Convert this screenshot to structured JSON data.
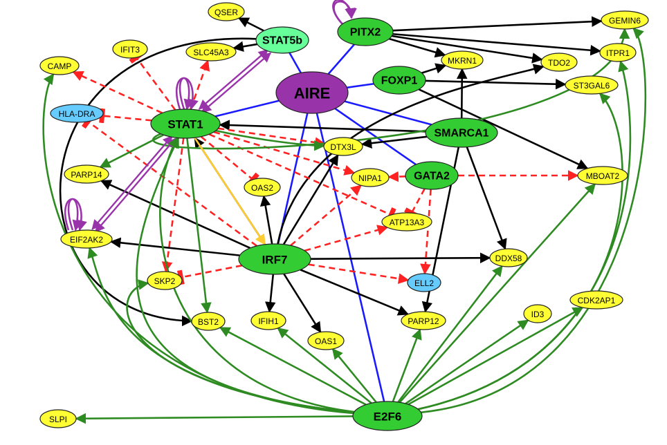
{
  "colors": {
    "yellow": "#ffff33",
    "blue_node": "#66ccff",
    "green_node": "#33cc33",
    "green_light": "#66ff99",
    "purple_node": "#9933aa",
    "edge_black": "#000000",
    "edge_green": "#2e8b22",
    "edge_red": "#ff2222",
    "edge_blue": "#1a1aff",
    "edge_purple": "#9933aa",
    "edge_gold": "#ffcc33"
  },
  "nodes": [
    {
      "id": "AIRE",
      "label": "AIRE"
    },
    {
      "id": "STAT1",
      "label": "STAT1"
    },
    {
      "id": "STAT5b",
      "label": "STAT5b"
    },
    {
      "id": "PITX2",
      "label": "PITX2"
    },
    {
      "id": "FOXP1",
      "label": "FOXP1"
    },
    {
      "id": "SMARCA1",
      "label": "SMARCA1"
    },
    {
      "id": "GATA2",
      "label": "GATA2"
    },
    {
      "id": "IRF7",
      "label": "IRF7"
    },
    {
      "id": "E2F6",
      "label": "E2F6"
    },
    {
      "id": "QSER",
      "label": "QSER"
    },
    {
      "id": "IFIT3",
      "label": "IFIT3"
    },
    {
      "id": "SLC45A3",
      "label": "SLC45A3"
    },
    {
      "id": "CAMP",
      "label": "CAMP"
    },
    {
      "id": "HLA-DRA",
      "label": "HLA-DRA"
    },
    {
      "id": "PARP14",
      "label": "PARP14"
    },
    {
      "id": "EIF2AK2",
      "label": "EIF2AK2"
    },
    {
      "id": "SKP2",
      "label": "SKP2"
    },
    {
      "id": "BST2",
      "label": "BST2"
    },
    {
      "id": "IFIH1",
      "label": "IFIH1"
    },
    {
      "id": "OAS1",
      "label": "OAS1"
    },
    {
      "id": "OAS2",
      "label": "OAS2"
    },
    {
      "id": "DTX3L",
      "label": "DTX3L"
    },
    {
      "id": "NIPA1",
      "label": "NIPA1"
    },
    {
      "id": "ATP13A3",
      "label": "ATP13A3"
    },
    {
      "id": "ELL2",
      "label": "ELL2"
    },
    {
      "id": "DDX58",
      "label": "DDX58"
    },
    {
      "id": "PARP12",
      "label": "PARP12"
    },
    {
      "id": "MKRN1",
      "label": "MKRN1"
    },
    {
      "id": "TDO2",
      "label": "TDO2"
    },
    {
      "id": "ST3GAL6",
      "label": "ST3GAL6"
    },
    {
      "id": "GEMIN6",
      "label": "GEMIN6"
    },
    {
      "id": "ITPR1",
      "label": "ITPR1"
    },
    {
      "id": "MBOAT2",
      "label": "MBOAT2"
    },
    {
      "id": "ID3",
      "label": "ID3"
    },
    {
      "id": "CDK2AP1",
      "label": "CDK2AP1"
    },
    {
      "id": "SLPI",
      "label": "SLPI"
    }
  ],
  "edges": [
    {
      "from": "AIRE",
      "to": "STAT1",
      "kind": "line",
      "color": "edge_blue"
    },
    {
      "from": "AIRE",
      "to": "STAT5b",
      "kind": "line",
      "color": "edge_blue"
    },
    {
      "from": "AIRE",
      "to": "PITX2",
      "kind": "line",
      "color": "edge_blue"
    },
    {
      "from": "AIRE",
      "to": "FOXP1",
      "kind": "line",
      "color": "edge_blue"
    },
    {
      "from": "AIRE",
      "to": "SMARCA1",
      "kind": "line",
      "color": "edge_blue"
    },
    {
      "from": "AIRE",
      "to": "GATA2",
      "kind": "line",
      "color": "edge_blue"
    },
    {
      "from": "AIRE",
      "to": "IRF7",
      "kind": "line",
      "color": "edge_blue"
    },
    {
      "from": "AIRE",
      "to": "E2F6",
      "kind": "line",
      "color": "edge_blue"
    },
    {
      "from": "STAT5b",
      "to": "QSER",
      "kind": "arrow",
      "color": "edge_black"
    },
    {
      "from": "STAT5b",
      "to": "SLC45A3",
      "kind": "arrow",
      "color": "edge_black"
    },
    {
      "from": "STAT5b",
      "to": "BST2",
      "kind": "arrow",
      "color": "edge_black",
      "curve": "loop-left"
    },
    {
      "from": "PITX2",
      "to": "GEMIN6",
      "kind": "arrow",
      "color": "edge_black"
    },
    {
      "from": "PITX2",
      "to": "ITPR1",
      "kind": "arrow",
      "color": "edge_black"
    },
    {
      "from": "PITX2",
      "to": "TDO2",
      "kind": "arrow",
      "color": "edge_black"
    },
    {
      "from": "PITX2",
      "to": "MKRN1",
      "kind": "arrow",
      "color": "edge_black"
    },
    {
      "from": "FOXP1",
      "to": "MKRN1",
      "kind": "arrow",
      "color": "edge_black"
    },
    {
      "from": "FOXP1",
      "to": "ST3GAL6",
      "kind": "arrow",
      "color": "edge_black"
    },
    {
      "from": "FOXP1",
      "to": "MBOAT2",
      "kind": "arrow",
      "color": "edge_black"
    },
    {
      "from": "SMARCA1",
      "to": "STAT1",
      "kind": "arrow",
      "color": "edge_black"
    },
    {
      "from": "SMARCA1",
      "to": "MKRN1",
      "kind": "arrow",
      "color": "edge_black"
    },
    {
      "from": "SMARCA1",
      "to": "DTX3L",
      "kind": "arrow",
      "color": "edge_black"
    },
    {
      "from": "SMARCA1",
      "to": "DDX58",
      "kind": "arrow",
      "color": "edge_black"
    },
    {
      "from": "SMARCA1",
      "to": "PARP12",
      "kind": "arrow",
      "color": "edge_black"
    },
    {
      "from": "IRF7",
      "to": "STAT1",
      "kind": "arrow",
      "color": "edge_black"
    },
    {
      "from": "IRF7",
      "to": "PARP14",
      "kind": "arrow",
      "color": "edge_black"
    },
    {
      "from": "IRF7",
      "to": "EIF2AK2",
      "kind": "arrow",
      "color": "edge_black"
    },
    {
      "from": "IRF7",
      "to": "IFIH1",
      "kind": "arrow",
      "color": "edge_black"
    },
    {
      "from": "IRF7",
      "to": "OAS1",
      "kind": "arrow",
      "color": "edge_black"
    },
    {
      "from": "IRF7",
      "to": "OAS2",
      "kind": "arrow",
      "color": "edge_black"
    },
    {
      "from": "IRF7",
      "to": "DTX3L",
      "kind": "arrow",
      "color": "edge_black"
    },
    {
      "from": "IRF7",
      "to": "DDX58",
      "kind": "arrow",
      "color": "edge_black"
    },
    {
      "from": "IRF7",
      "to": "PARP12",
      "kind": "arrow",
      "color": "edge_black"
    },
    {
      "from": "IRF7",
      "to": "TDO2",
      "kind": "arrow",
      "color": "edge_black",
      "curve": "bend-up"
    },
    {
      "from": "IRF7",
      "to": "NIPA1",
      "kind": "dashed-arrow",
      "color": "edge_red"
    },
    {
      "from": "IRF7",
      "to": "ATP13A3",
      "kind": "dashed-arrow",
      "color": "edge_red"
    },
    {
      "from": "IRF7",
      "to": "ELL2",
      "kind": "dashed-arrow",
      "color": "edge_red"
    },
    {
      "from": "IRF7",
      "to": "SKP2",
      "kind": "dashed-inhibit",
      "color": "edge_red"
    },
    {
      "from": "IRF7",
      "to": "HLA-DRA",
      "kind": "dashed-inhibit",
      "color": "edge_red"
    },
    {
      "from": "STAT1",
      "to": "CAMP",
      "kind": "dashed-arrow",
      "color": "edge_red"
    },
    {
      "from": "STAT1",
      "to": "IFIT3",
      "kind": "dashed-inhibit",
      "color": "edge_red"
    },
    {
      "from": "STAT1",
      "to": "SLC45A3",
      "kind": "dashed-arrow",
      "color": "edge_red"
    },
    {
      "from": "STAT1",
      "to": "HLA-DRA",
      "kind": "dashed-inhibit",
      "color": "edge_red"
    },
    {
      "from": "STAT1",
      "to": "OAS2",
      "kind": "dashed-inhibit",
      "color": "edge_red"
    },
    {
      "from": "STAT1",
      "to": "NIPA1",
      "kind": "dashed-arrow",
      "color": "edge_red"
    },
    {
      "from": "STAT1",
      "to": "ATP13A3",
      "kind": "dashed-inhibit",
      "color": "edge_red"
    },
    {
      "from": "STAT1",
      "to": "DTX3L",
      "kind": "dashed-arrow",
      "color": "edge_red"
    },
    {
      "from": "STAT1",
      "to": "SKP2",
      "kind": "dashed-arrow",
      "color": "edge_red"
    },
    {
      "from": "STAT1",
      "to": "DTX3L",
      "kind": "arrow",
      "color": "edge_green",
      "curve": "bend-down"
    },
    {
      "from": "STAT1",
      "to": "PARP14",
      "kind": "arrow",
      "color": "edge_green"
    },
    {
      "from": "STAT1",
      "to": "BST2",
      "kind": "arrow",
      "color": "edge_green"
    },
    {
      "from": "STAT1",
      "to": "GEMIN6",
      "kind": "arrow",
      "color": "edge_green",
      "curve": "big-left"
    },
    {
      "from": "STAT1",
      "to": "IRF7",
      "kind": "arrow",
      "color": "edge_gold"
    },
    {
      "from": "STAT1",
      "to": "STAT5b",
      "kind": "double-arrow",
      "color": "edge_purple"
    },
    {
      "from": "STAT1",
      "to": "EIF2AK2",
      "kind": "double-arrow",
      "color": "edge_purple"
    },
    {
      "from": "GATA2",
      "to": "NIPA1",
      "kind": "dashed-arrow",
      "color": "edge_red"
    },
    {
      "from": "GATA2",
      "to": "MBOAT2",
      "kind": "dashed-arrow",
      "color": "edge_red"
    },
    {
      "from": "GATA2",
      "to": "ATP13A3",
      "kind": "dashed-inhibit",
      "color": "edge_red"
    },
    {
      "from": "GATA2",
      "to": "ELL2",
      "kind": "dashed-arrow",
      "color": "edge_red"
    },
    {
      "from": "E2F6",
      "to": "SLPI",
      "kind": "arrow",
      "color": "edge_green"
    },
    {
      "from": "E2F6",
      "to": "CAMP",
      "kind": "arrow",
      "color": "edge_green",
      "curve": "far-left"
    },
    {
      "from": "E2F6",
      "to": "EIF2AK2",
      "kind": "arrow",
      "color": "edge_green",
      "curve": "left"
    },
    {
      "from": "E2F6",
      "to": "SKP2",
      "kind": "arrow",
      "color": "edge_green",
      "curve": "left"
    },
    {
      "from": "E2F6",
      "to": "BST2",
      "kind": "arrow",
      "color": "edge_green"
    },
    {
      "from": "E2F6",
      "to": "IFIH1",
      "kind": "arrow",
      "color": "edge_green"
    },
    {
      "from": "E2F6",
      "to": "OAS1",
      "kind": "arrow",
      "color": "edge_green"
    },
    {
      "from": "E2F6",
      "to": "PARP12",
      "kind": "arrow",
      "color": "edge_green"
    },
    {
      "from": "E2F6",
      "to": "DDX58",
      "kind": "arrow",
      "color": "edge_green"
    },
    {
      "from": "E2F6",
      "to": "ID3",
      "kind": "arrow",
      "color": "edge_green"
    },
    {
      "from": "E2F6",
      "to": "CDK2AP1",
      "kind": "arrow",
      "color": "edge_green"
    },
    {
      "from": "E2F6",
      "to": "MBOAT2",
      "kind": "arrow",
      "color": "edge_green"
    },
    {
      "from": "E2F6",
      "to": "ST3GAL6",
      "kind": "arrow",
      "color": "edge_green",
      "curve": "right"
    },
    {
      "from": "E2F6",
      "to": "ITPR1",
      "kind": "arrow",
      "color": "edge_green",
      "curve": "right"
    },
    {
      "from": "E2F6",
      "to": "GEMIN6",
      "kind": "arrow",
      "color": "edge_green",
      "curve": "far-right"
    },
    {
      "from": "E2F6",
      "to": "STAT1",
      "kind": "arrow",
      "color": "edge_green",
      "curve": "left"
    },
    {
      "from": "E2F6",
      "to": "STAT1",
      "kind": "arrow",
      "color": "edge_green",
      "curve": "left2"
    }
  ]
}
